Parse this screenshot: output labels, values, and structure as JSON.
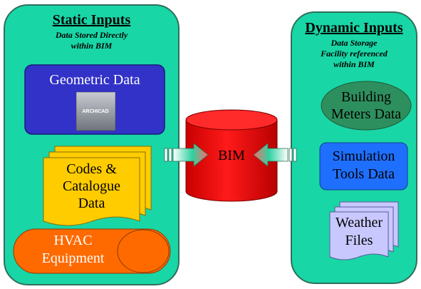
{
  "static_inputs": {
    "title": "Static Inputs",
    "subtitle": [
      "Data Stored Directly",
      "within BIM"
    ],
    "geometric_data": {
      "label": "Geometric Data",
      "logo_text": "ARCHICAD"
    },
    "codes_catalogue": [
      "Codes &",
      "Catalogue",
      "Data"
    ],
    "hvac": [
      "HVAC",
      "Equipment"
    ]
  },
  "dynamic_inputs": {
    "title": "Dynamic Inputs",
    "subtitle": [
      "Data Storage",
      "Facility referenced",
      "within BIM"
    ],
    "building_meters": [
      "Building",
      "Meters Data"
    ],
    "simulation_tools": [
      "Simulation",
      "Tools Data"
    ],
    "weather_files": [
      "Weather",
      "Files"
    ]
  },
  "center": {
    "label": "BIM"
  },
  "colors": {
    "panel": "#19d6a6",
    "geometric": "#3232c8",
    "documents": "#ffcc00",
    "hvac": "#ff6a00",
    "meters_ellipse": "#2e8f5e",
    "simulation": "#1f6fff",
    "weather": "#c8c8ff",
    "bim_cylinder": "#ee0000"
  }
}
